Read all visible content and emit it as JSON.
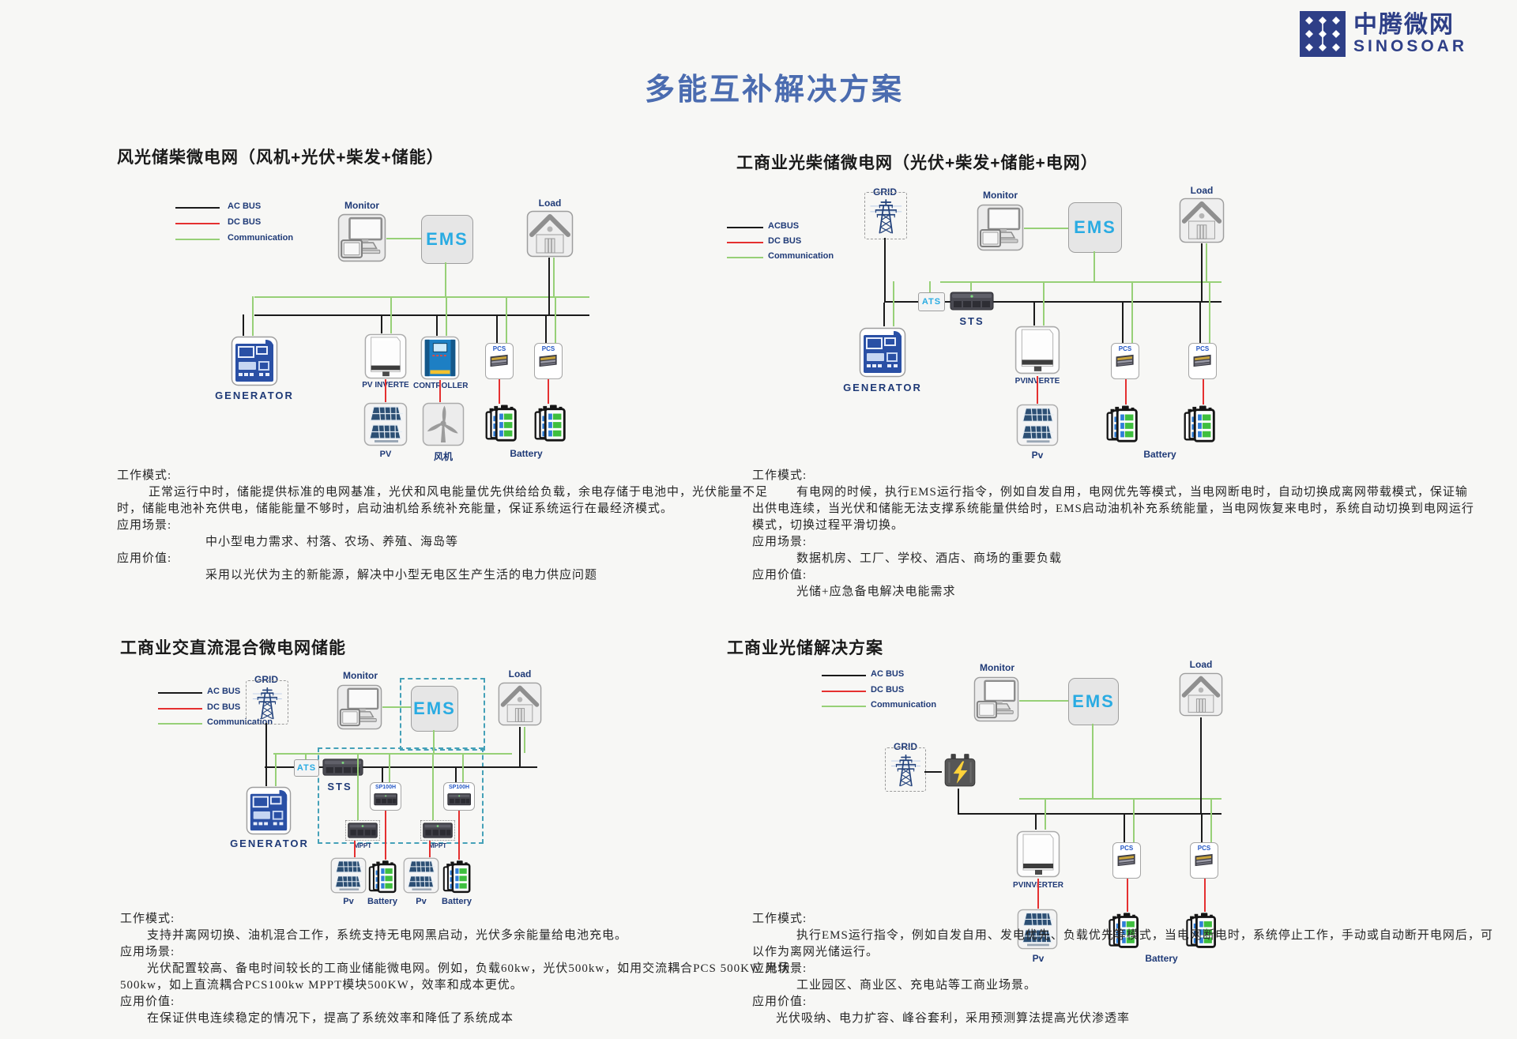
{
  "brand": {
    "logo_cn": "中腾微网",
    "logo_en": "SINOSOAR"
  },
  "page_title": "多能互补解决方案",
  "colors": {
    "ac_bus": "#1a1a1a",
    "dc_bus": "#e53030",
    "communication": "#97d077",
    "accent_blue": "#29abe2",
    "title_blue": "#4b6cb0",
    "brand_navy": "#2e3f87"
  },
  "q1": {
    "title": "风光储柴微电网（风机+光伏+柴发+储能）",
    "legend": {
      "ac": "AC BUS",
      "dc": "DC BUS",
      "comm": "Communication"
    },
    "nodes": {
      "monitor": "Monitor",
      "ems": "EMS",
      "load": "Load",
      "generator": "GENERATOR",
      "pv_inverter": "PV INVERTE",
      "controller": "CONTROLLER",
      "pcs": "PCS",
      "pv": "PV",
      "wind": "风机",
      "battery": "Battery"
    },
    "blocks": [
      {
        "h": "工作模式:",
        "lines": [
          "正常运行中时，储能提供标准的电网基准，光伏和风电能量优先供给给负载，余电存储于电池中，光伏能量不足",
          "时，储能电池补充供电，储能能量不够时，启动油机给系统补充能量，保证系统运行在最经济模式。"
        ]
      },
      {
        "h": "应用场景:",
        "lines": [
          "中小型电力需求、村落、农场、养殖、海岛等"
        ]
      },
      {
        "h": "应用价值:",
        "lines": [
          "采用以光伏为主的新能源，解决中小型无电区生产生活的电力供应问题"
        ]
      }
    ]
  },
  "q2": {
    "title": "工商业光柴储微电网（光伏+柴发+储能+电网）",
    "legend": {
      "ac": "ACBUS",
      "dc": "DC BUS",
      "comm": "Communication"
    },
    "nodes": {
      "grid": "GRID",
      "monitor": "Monitor",
      "ems": "EMS",
      "load": "Load",
      "ats": "ATS",
      "sts": "STS",
      "generator": "GENERATOR",
      "pv_inverter": "PVINVERTE",
      "pcs": "PCS",
      "pv": "Pv",
      "battery": "Battery"
    },
    "blocks": [
      {
        "h": "工作模式:",
        "lines": [
          "有电网的时候，执行EMS运行指令，例如自发自用，电网优先等模式，当电网断电时，自动切换成离网带载模式，保证输",
          "出供电连续，当光伏和储能无法支撑系统能量供给时，EMS启动油机补充系统能量，当电网恢复来电时，系统自动切换到电网运行",
          "模式，切换过程平滑切换。"
        ]
      },
      {
        "h": "应用场景:",
        "lines": [
          "数据机房、工厂、学校、酒店、商场的重要负载"
        ]
      },
      {
        "h": "应用价值:",
        "lines": [
          "光储+应急备电解决电能需求"
        ]
      }
    ]
  },
  "q3": {
    "title": "工商业交直流混合微电网储能",
    "legend": {
      "ac": "AC BUS",
      "dc": "DC BUS",
      "comm": "Communication"
    },
    "nodes": {
      "grid": "GRID",
      "monitor": "Monitor",
      "ems": "EMS",
      "load": "Load",
      "ats": "ATS",
      "sts": "STS",
      "generator": "GENERATOR",
      "rack": "SP100H",
      "mppt": "MPPT",
      "pv": "Pv",
      "battery": "Battery"
    },
    "blocks": [
      {
        "h": "工作模式:",
        "lines": [
          "支持并离网切换、油机混合工作，系统支持无电网黑启动，光伏多余能量给电池充电。"
        ]
      },
      {
        "h": "应用场景:",
        "lines": [
          "光伏配置较高、备电时间较长的工商业储能微电网。例如，负载60kw，光伏500kw，如用交流耦合PCS 500KW 光伏",
          "500kw，如上直流耦合PCS100kw MPPT模块500KW，效率和成本更优。"
        ]
      },
      {
        "h": "应用价值:",
        "lines": [
          "在保证供电连续稳定的情况下，提高了系统效率和降低了系统成本"
        ]
      }
    ]
  },
  "q4": {
    "title": "工商业光储解决方案",
    "legend": {
      "ac": "AC BUS",
      "dc": "DC BUS",
      "comm": "Communication"
    },
    "nodes": {
      "grid": "GRID",
      "monitor": "Monitor",
      "ems": "EMS",
      "load": "Load",
      "pv_inverter": "PVINVERTER",
      "pcs": "PCS",
      "pv": "Pv",
      "battery": "Battery"
    },
    "blocks": [
      {
        "h": "工作模式:",
        "lines": [
          "执行EMS运行指令，例如自发自用、发电优先、负载优先等模式，当电网断电时，系统停止工作，手动或自动断开电网后，可",
          "以作为离网光储运行。"
        ]
      },
      {
        "h": "应用场景:",
        "lines": [
          "工业园区、商业区、充电站等工商业场景。"
        ]
      },
      {
        "h": "应用价值:",
        "lines": [
          "光伏吸纳、电力扩容、峰谷套利，采用预测算法提高光伏渗透率"
        ]
      }
    ]
  }
}
